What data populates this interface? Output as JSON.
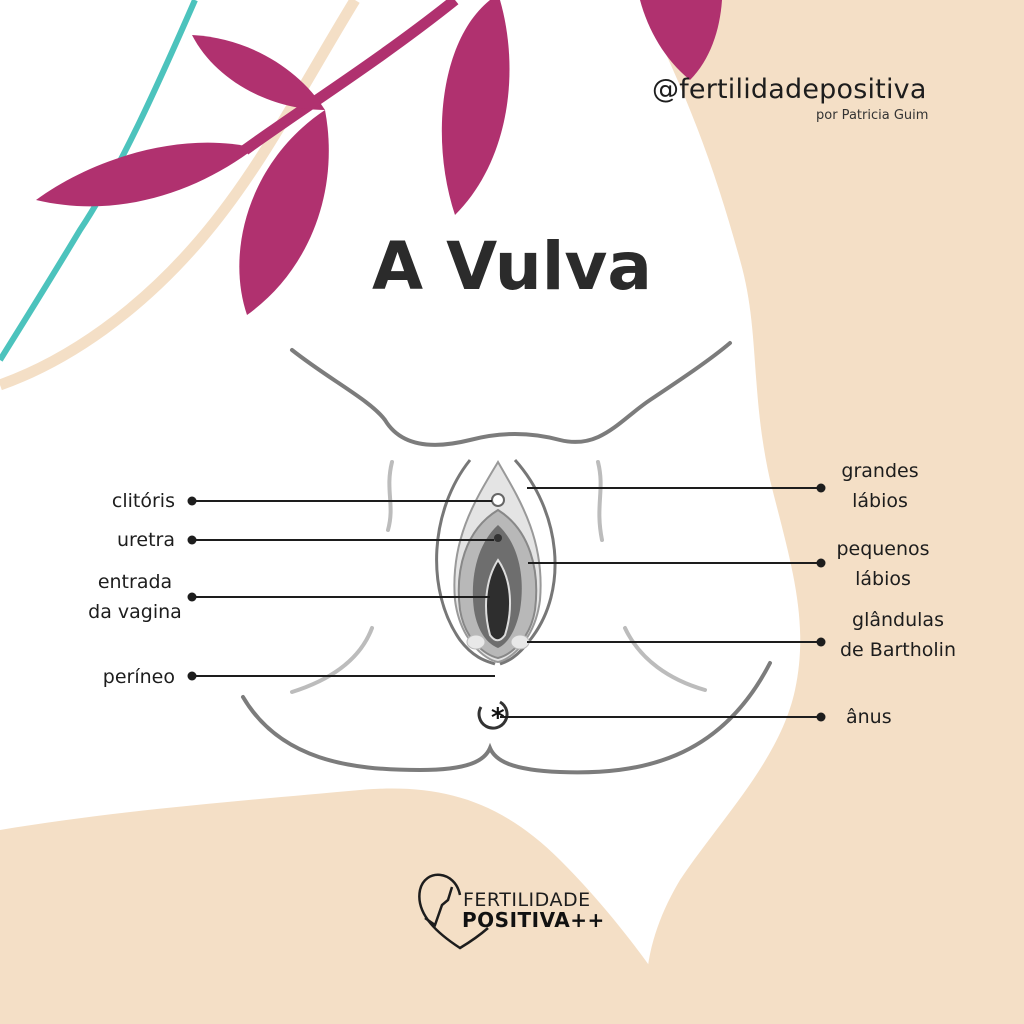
{
  "header": {
    "handle": "@fertilidadepositiva",
    "byline": "por Patricia Guim"
  },
  "title": "A Vulva",
  "labels": {
    "left": [
      {
        "text": "clitóris"
      },
      {
        "text": "uretra"
      },
      {
        "text": "entrada\nda vagina"
      },
      {
        "text": "períneo"
      }
    ],
    "right": [
      {
        "text": "grandes\nlábios"
      },
      {
        "text": "pequenos\nlábios"
      },
      {
        "text": "glândulas\nde Bartholin"
      },
      {
        "text": "ânus"
      }
    ]
  },
  "logo": {
    "line1": "FERTILIDADE",
    "line2": "POSITIVA++"
  },
  "colors": {
    "beige": "#f4dfc6",
    "magenta": "#b0316f",
    "teal": "#4cc3bd",
    "text": "#1d1d1d"
  }
}
